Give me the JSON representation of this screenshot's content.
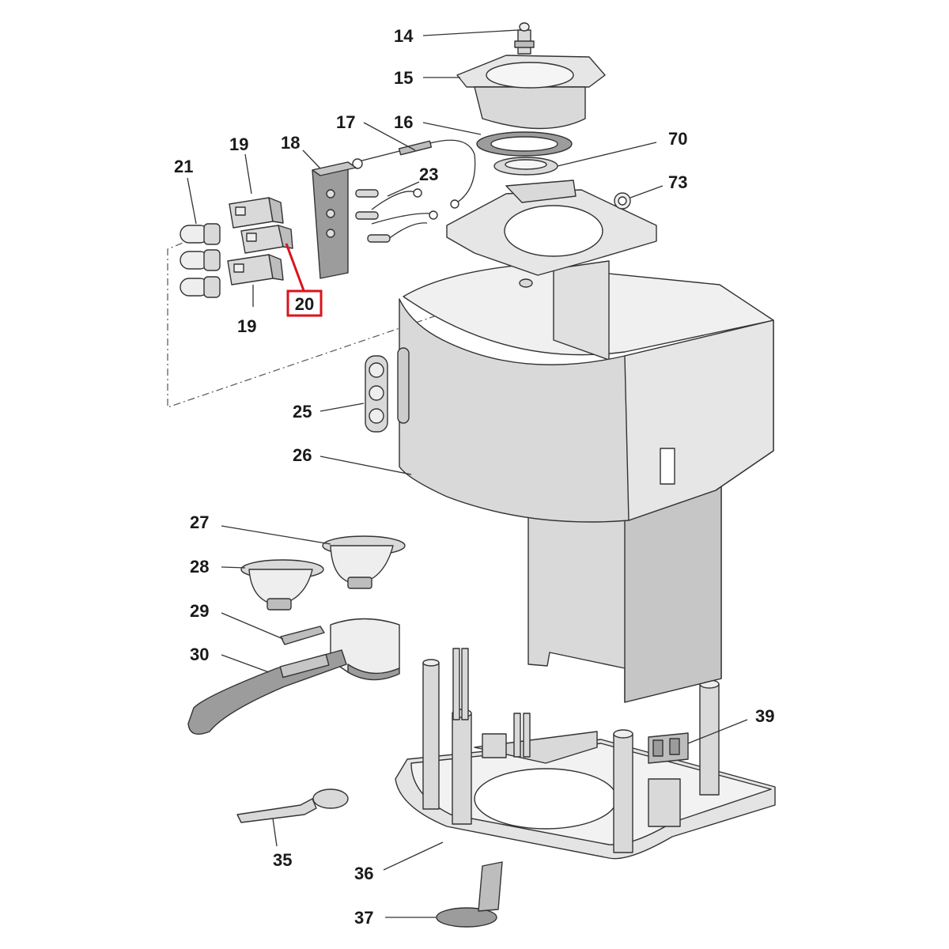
{
  "colors": {
    "part_fill": "#d9d9d9",
    "part_light": "#eeeeee",
    "part_dark": "#9c9c9c",
    "outline": "#333333",
    "highlight": "#d9141c"
  },
  "callouts": {
    "c14": "14",
    "c15": "15",
    "c16": "16",
    "c17": "17",
    "c18": "18",
    "c19a": "19",
    "c19b": "19",
    "c20": "20",
    "c21": "21",
    "c23": "23",
    "c25": "25",
    "c26": "26",
    "c27": "27",
    "c28": "28",
    "c29": "29",
    "c30": "30",
    "c35": "35",
    "c36": "36",
    "c37": "37",
    "c39": "39",
    "c70": "70",
    "c73": "73"
  },
  "highlighted_part": "20"
}
